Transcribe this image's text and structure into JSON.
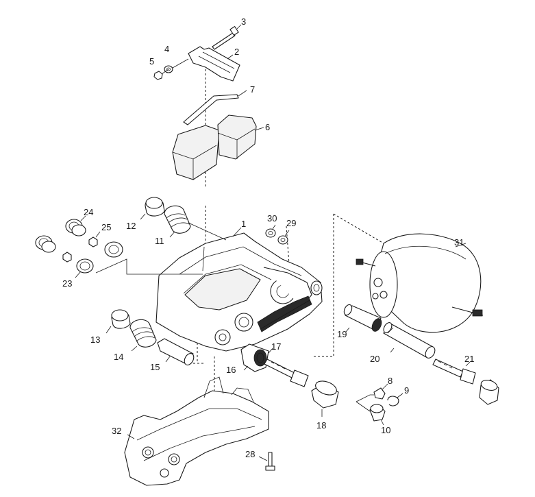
{
  "callouts": [
    {
      "id": "1",
      "label": "1"
    },
    {
      "id": "2",
      "label": "2"
    },
    {
      "id": "3",
      "label": "3"
    },
    {
      "id": "4",
      "label": "4"
    },
    {
      "id": "5",
      "label": "5"
    },
    {
      "id": "6",
      "label": "6"
    },
    {
      "id": "7",
      "label": "7"
    },
    {
      "id": "8",
      "label": "8"
    },
    {
      "id": "9",
      "label": "9"
    },
    {
      "id": "10",
      "label": "10"
    },
    {
      "id": "11",
      "label": "11"
    },
    {
      "id": "12",
      "label": "12"
    },
    {
      "id": "13",
      "label": "13"
    },
    {
      "id": "14",
      "label": "14"
    },
    {
      "id": "15",
      "label": "15"
    },
    {
      "id": "16",
      "label": "16"
    },
    {
      "id": "17",
      "label": "17"
    },
    {
      "id": "18",
      "label": "18"
    },
    {
      "id": "19",
      "label": "19"
    },
    {
      "id": "20",
      "label": "20"
    },
    {
      "id": "21",
      "label": "21"
    },
    {
      "id": "23",
      "label": "23"
    },
    {
      "id": "24",
      "label": "24"
    },
    {
      "id": "25",
      "label": "25"
    },
    {
      "id": "28",
      "label": "28"
    },
    {
      "id": "29",
      "label": "29"
    },
    {
      "id": "30",
      "label": "30"
    },
    {
      "id": "31",
      "label": "31"
    },
    {
      "id": "32",
      "label": "32"
    }
  ]
}
